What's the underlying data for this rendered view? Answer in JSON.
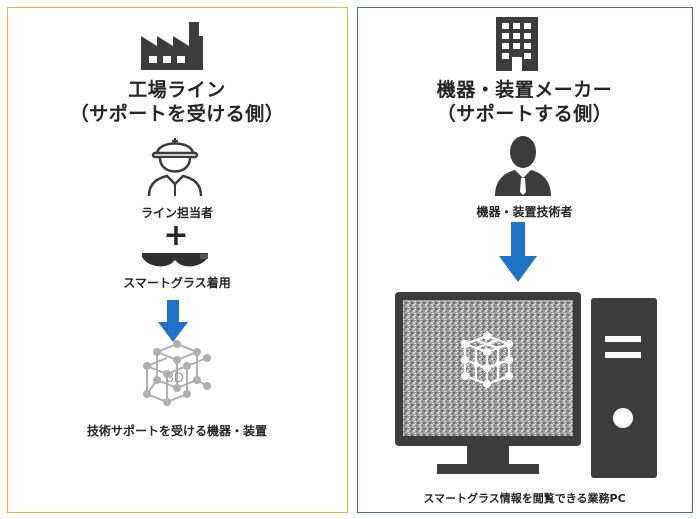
{
  "left": {
    "title_line1": "工場ライン",
    "title_line2": "（サポートを受ける側）",
    "worker_label": "ライン担当者",
    "plus": "+",
    "glasses_label": "スマートグラス着用",
    "cube_text": "3D",
    "device_label": "技術サポートを受ける機器・装置"
  },
  "right": {
    "title_line1": "機器・装置メーカー",
    "title_line2": "（サポートする側）",
    "engineer_label": "機器・装置技術者",
    "pc_label": "スマートグラス情報を閲覧できる業務PC"
  },
  "colors": {
    "left_border": "#f0b43c",
    "right_border": "#3a6ab5",
    "arrow": "#1f73c9",
    "icon": "#3c3c3c"
  },
  "icons": [
    "factory-icon",
    "building-icon",
    "worker-helmet-icon",
    "plus-icon",
    "smart-glasses-icon",
    "arrow-down-icon",
    "cube-3d-icon",
    "businessman-icon",
    "monitor-icon",
    "pc-tower-icon"
  ]
}
